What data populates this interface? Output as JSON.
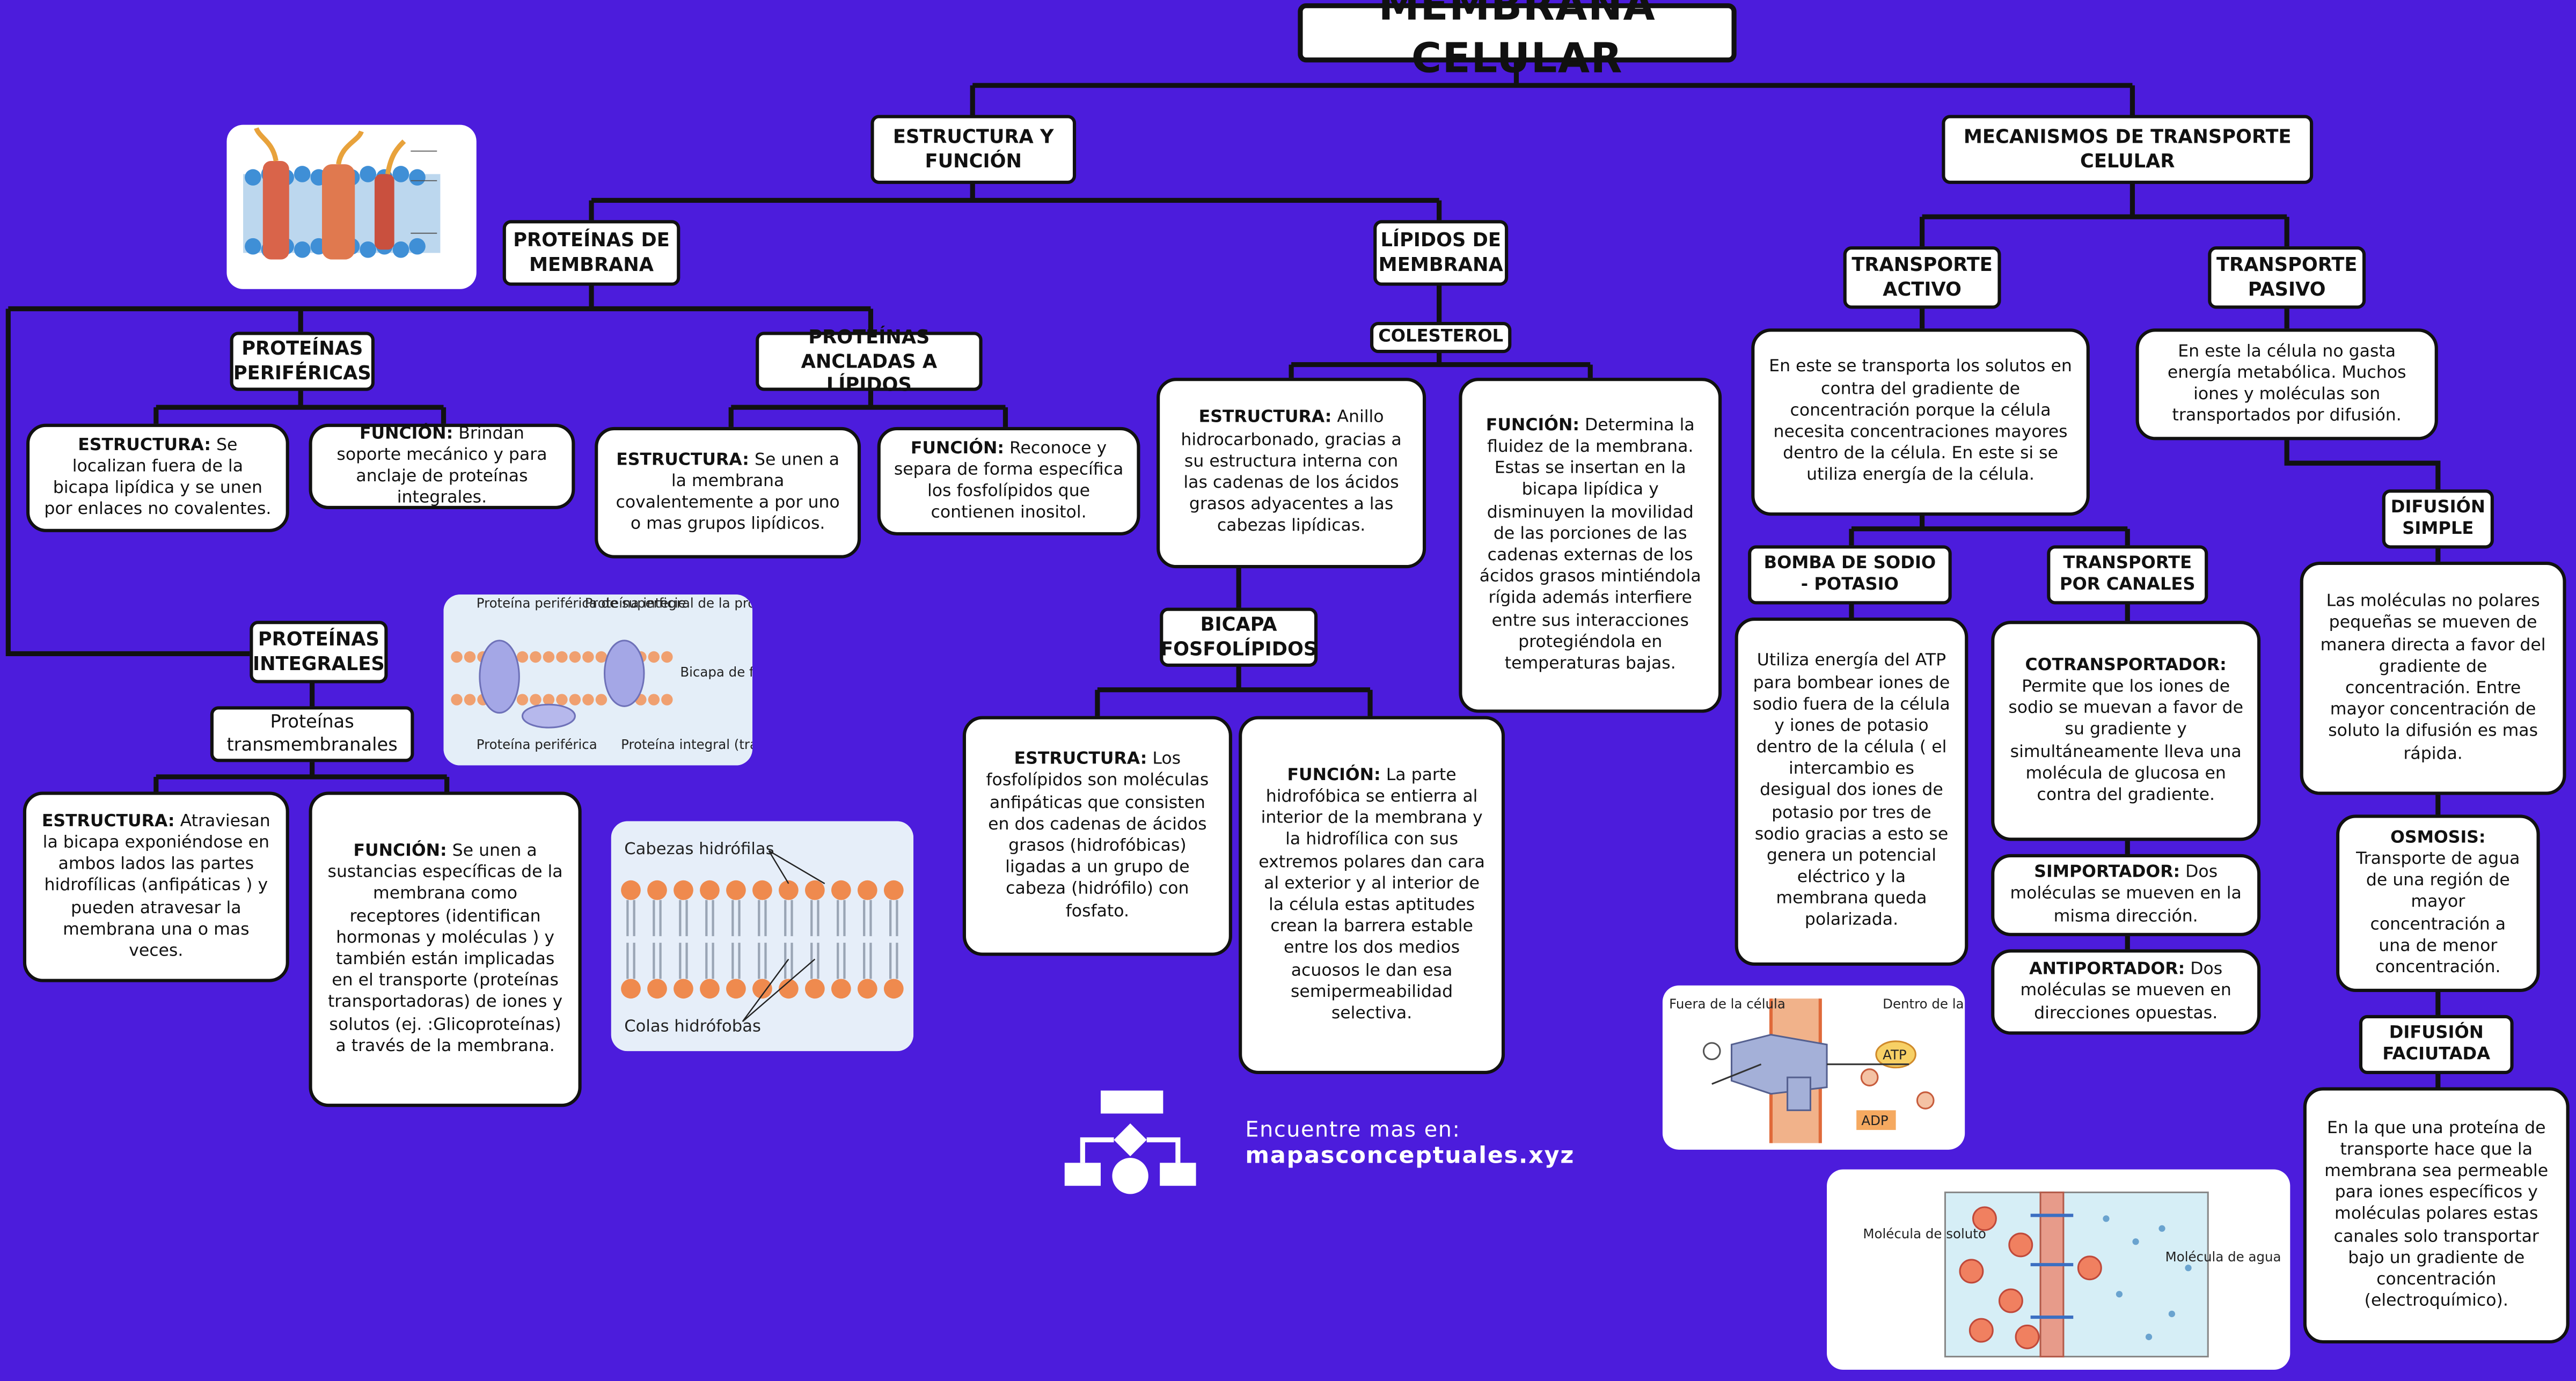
{
  "title": "MEMBRANA CELULAR",
  "nodes": {
    "estructura_funcion": "ESTRUCTURA Y FUNCIÓN",
    "mecanismos": "MECANISMOS DE TRANSPORTE CELULAR",
    "proteinas": "PROTEÍNAS DE MEMBRANA",
    "lipidos": "LÍPIDOS DE MEMBRANA",
    "perifericas": "PROTEÍNAS PERIFÉRICAS",
    "ancladas": "PROTEÍNAS ANCLADAS A LÍPIDOS",
    "integrales": "PROTEÍNAS INTEGRALES",
    "transmembranales": "Proteínas transmembranales",
    "colesterol": "COLESTEROL",
    "bicapa": "BICAPA FOSFOLÍPIDOS",
    "activo": "TRANSPORTE ACTIVO",
    "pasivo": "TRANSPORTE PASIVO",
    "bomba": "BOMBA DE SODIO - POTASIO",
    "canales": "TRANSPORTE POR CANALES",
    "difusion_simple": "DIFUSIÓN SIMPLE",
    "difusion_facilitada": "DIFUSIÓN FACIUTADA"
  },
  "texts": {
    "perif_estructura_k": "ESTRUCTURA:",
    "perif_estructura": "Se localizan fuera de la bicapa lipídica y se unen por enlaces no covalentes.",
    "perif_funcion_k": "FUNCIÓN:",
    "perif_funcion": "Brindan soporte mecánico y para anclaje de proteínas integrales.",
    "anc_estructura_k": "ESTRUCTURA:",
    "anc_estructura": "Se unen a la membrana covalentemente a por uno o mas grupos lipídicos.",
    "anc_funcion_k": "FUNCIÓN:",
    "anc_funcion": "Reconoce y separa de forma específica los fosfolípidos que contienen inositol.",
    "int_estructura_k": "ESTRUCTURA:",
    "int_estructura": "Atraviesan la bicapa exponiéndose en ambos lados las partes hidrofílicas (anfipáticas ) y pueden atravesar la membrana una o mas veces.",
    "int_funcion_k": "FUNCIÓN:",
    "int_funcion": "Se unen a sustancias específicas de la membrana como receptores (identifican hormonas y moléculas ) y también están implicadas en el transporte (proteínas transportadoras) de iones y solutos (ej. :Glicoproteínas) a través de la membrana.",
    "col_estructura_k": "ESTRUCTURA:",
    "col_estructura": "Anillo hidrocarbonado, gracias a su estructura interna con las cadenas de los ácidos grasos adyacentes a las cabezas lipídicas.",
    "col_funcion_k": "FUNCIÓN:",
    "col_funcion": "Determina la fluidez de la membrana. Estas se insertan en la bicapa lipídica y disminuyen la movilidad de las porciones de las cadenas externas de los ácidos grasos mintiéndola rígida además interfiere entre sus interacciones protegiéndola en temperaturas bajas.",
    "bic_estructura_k": "ESTRUCTURA:",
    "bic_estructura": "Los fosfolípidos son moléculas anfipáticas que consisten en dos cadenas de ácidos grasos (hidrofóbicas) ligadas a un grupo de cabeza (hidrófilo) con fosfato.",
    "bic_funcion_k": "FUNCIÓN:",
    "bic_funcion": "La parte hidrofóbica se entierra al interior de la membrana y la hidrofílica con sus extremos polares dan cara al exterior y al interior de la célula estas aptitudes crean la barrera estable entre los dos medios acuosos le dan esa semipermeabilidad selectiva.",
    "activo": "En este se transporta los solutos en contra del gradiente de concentración porque la célula necesita concentraciones mayores dentro de la célula. En este si se utiliza energía de la célula.",
    "pasivo": "En este la célula no gasta energía metabólica. Muchos iones y moléculas son transportados por difusión.",
    "bomba": "Utiliza energía del ATP para bombear iones de sodio fuera de la célula y iones de potasio dentro de la célula ( el intercambio es desigual dos iones de potasio por tres de sodio gracias a esto se genera un potencial eléctrico y la membrana queda polarizada.",
    "cotransportador_k": "COTRANSPORTADOR:",
    "cotransportador": "Permite que los iones de sodio se muevan a favor de su gradiente y simultáneamente lleva una molécula de glucosa en contra del gradiente.",
    "simportador_k": "SIMPORTADOR:",
    "simportador": "Dos moléculas se mueven en la misma dirección.",
    "antiportador_k": "ANTIPORTADOR:",
    "antiportador": "Dos moléculas se mueven en direcciones opuestas.",
    "difusion_simple": "Las moléculas no polares pequeñas se mueven de manera directa a favor del gradiente de concentración. Entre mayor concentración de soluto la difusión es mas rápida.",
    "osmosis_k": "OSMOSIS:",
    "osmosis": "Transporte de agua de una región de mayor concentración a una de menor concentración.",
    "difusion_facilitada": "En la que una proteína de transporte hace que la membrana sea permeable para iones específicos y moléculas polares estas canales solo transportar bajo un gradiente de concentración (electroquímico)."
  },
  "images": {
    "img2_labels": [
      "Proteína periférica de superficie",
      "Proteína integral de la proteína",
      "Bicapa de fosfolípidos",
      "Proteína periférica",
      "Proteína integral (transmembrana)"
    ],
    "img3_labels": [
      "Cabezas hidrófilas",
      "Colas hidrófobas"
    ],
    "img4_labels": [
      "Fuera de la célula",
      "Dentro de la célula",
      "ATP",
      "ADP"
    ],
    "img5_labels": [
      "Molécula de soluto",
      "Molécula de agua"
    ]
  },
  "brand": {
    "line1": "Encuentre mas en:",
    "line2": "mapasconceptuales.xyz"
  },
  "colors": {
    "background": "#4c1cdc",
    "box": "#ffffff",
    "line": "#111111"
  }
}
